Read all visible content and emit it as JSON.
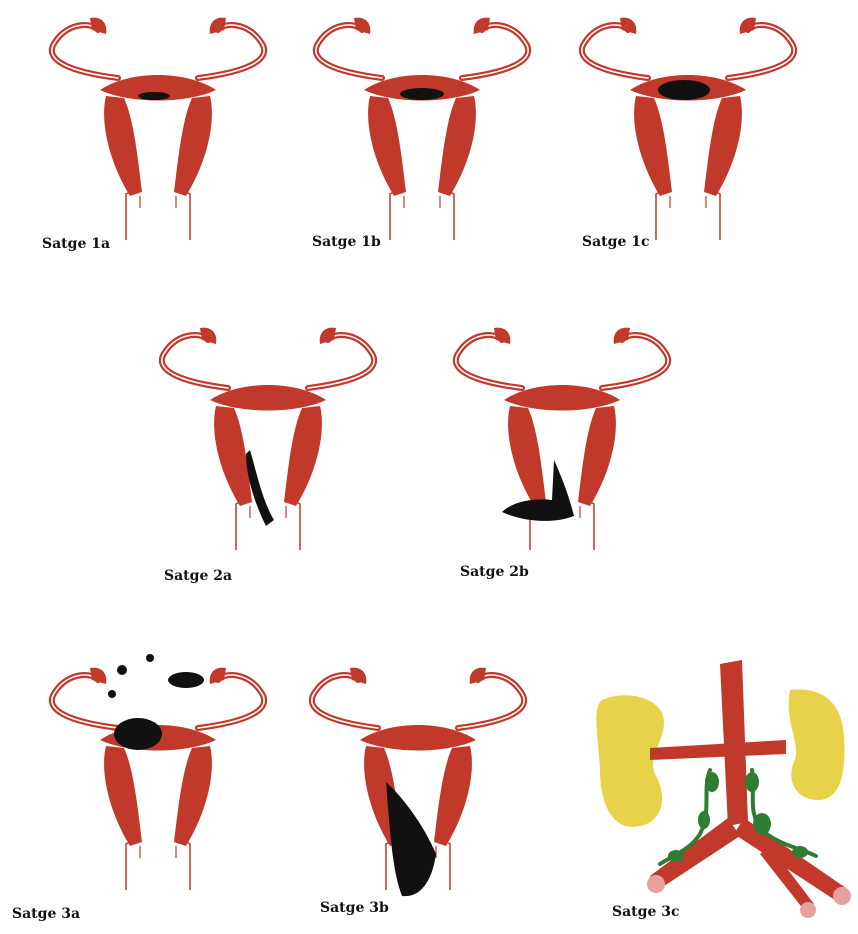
{
  "colors": {
    "uterus": "#c0392b",
    "tumor": "#111111",
    "kidney": "#e8d24a",
    "lymph": "#2e7d32",
    "vessel_end": "#e7a0a0",
    "outline_bg": "#ffffff"
  },
  "panels": [
    {
      "id": "1a",
      "label": "Satge 1a",
      "kind": "uterus",
      "tumor": "small-body"
    },
    {
      "id": "1b",
      "label": "Satge 1b",
      "kind": "uterus",
      "tumor": "medium-body"
    },
    {
      "id": "1c",
      "label": "Satge 1c",
      "kind": "uterus",
      "tumor": "large-body"
    },
    {
      "id": "2a",
      "label": "Satge 2a",
      "kind": "uterus",
      "tumor": "cervix"
    },
    {
      "id": "2b",
      "label": "Satge 2b",
      "kind": "uterus",
      "tumor": "cervix-extended"
    },
    {
      "id": "3a",
      "label": "Satge 3a",
      "kind": "uterus",
      "tumor": "serosa-adnexa"
    },
    {
      "id": "3b",
      "label": "Satge 3b",
      "kind": "uterus",
      "tumor": "vagina"
    },
    {
      "id": "3c",
      "label": "Satge 3c",
      "kind": "lymph",
      "tumor": "pelvic-paraaortic-nodes"
    }
  ]
}
